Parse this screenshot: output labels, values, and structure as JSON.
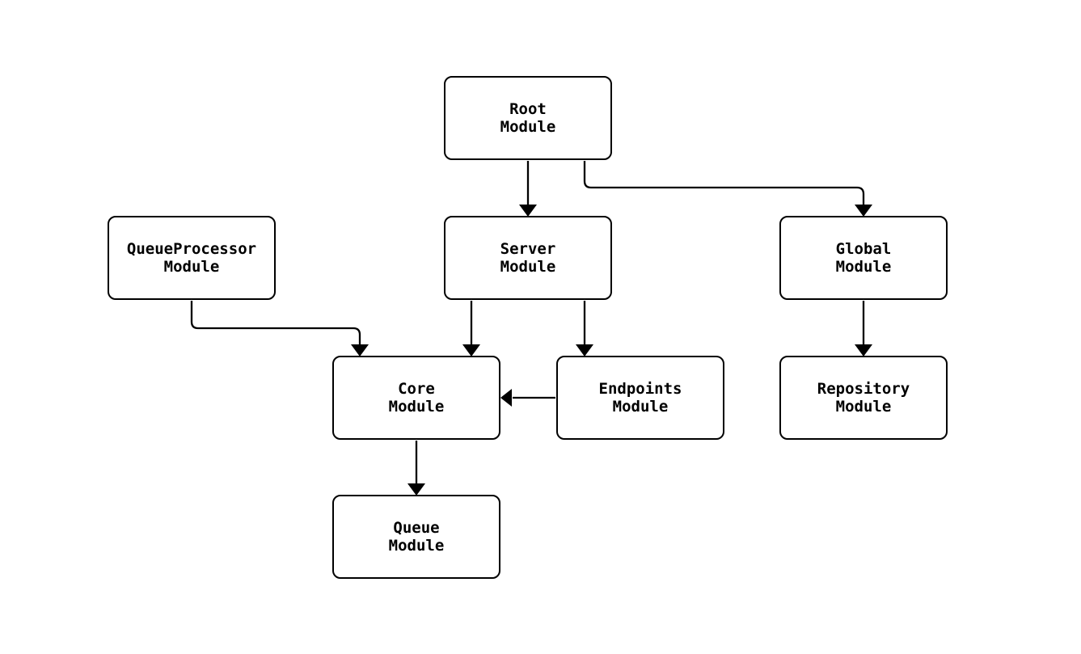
{
  "diagram": {
    "type": "flowchart",
    "direction": "top-down",
    "background_color": "#ffffff",
    "node_fill_color": "#ffffff",
    "node_border_color": "#000000",
    "text_color": "#000000",
    "edge_color": "#000000",
    "nodes": [
      {
        "id": "root",
        "label": "Root\nModule"
      },
      {
        "id": "queueprocessor",
        "label": "QueueProcessor\nModule"
      },
      {
        "id": "server",
        "label": "Server\nModule"
      },
      {
        "id": "global",
        "label": "Global\nModule"
      },
      {
        "id": "core",
        "label": "Core\nModule"
      },
      {
        "id": "endpoints",
        "label": "Endpoints\nModule"
      },
      {
        "id": "repository",
        "label": "Repository\nModule"
      },
      {
        "id": "queue",
        "label": "Queue\nModule"
      }
    ],
    "edges": [
      {
        "from": "root",
        "to": "server"
      },
      {
        "from": "root",
        "to": "global"
      },
      {
        "from": "queueprocessor",
        "to": "core"
      },
      {
        "from": "server",
        "to": "core"
      },
      {
        "from": "server",
        "to": "endpoints"
      },
      {
        "from": "endpoints",
        "to": "core"
      },
      {
        "from": "core",
        "to": "queue"
      },
      {
        "from": "global",
        "to": "repository"
      }
    ]
  }
}
